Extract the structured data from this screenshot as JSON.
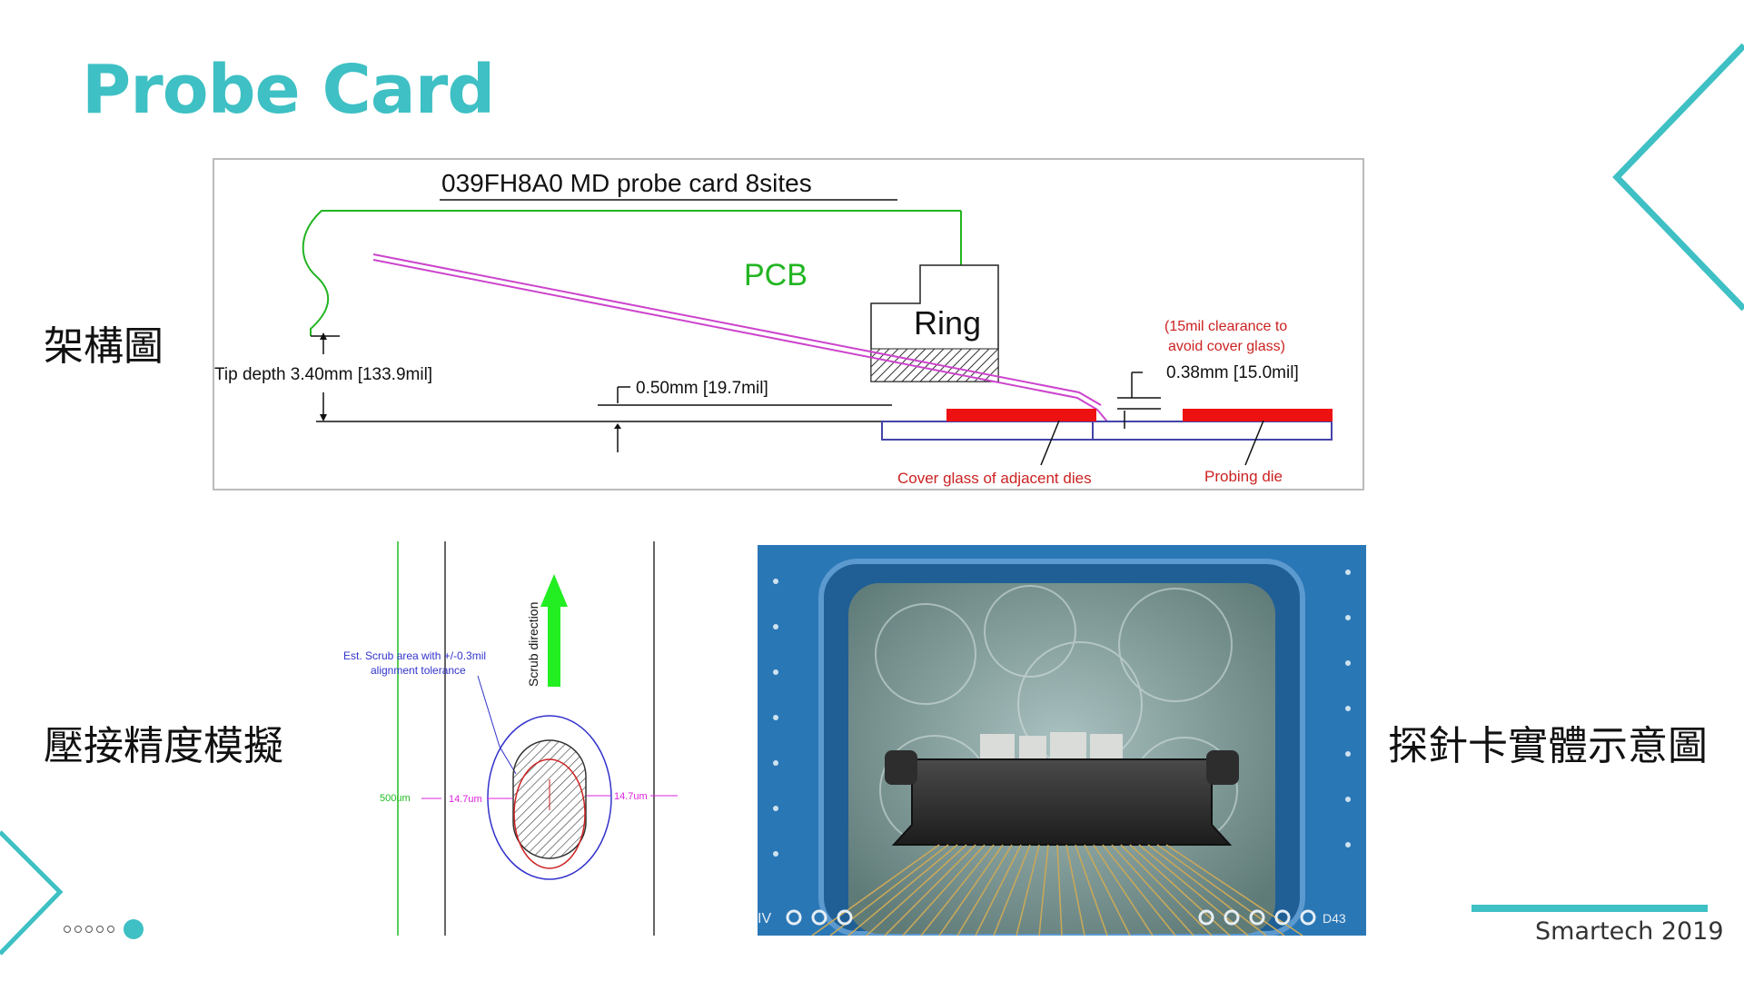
{
  "slide": {
    "title": "Probe Card",
    "labels": {
      "architecture": "架構圖",
      "precision": "壓接精度模擬",
      "physical": "探針卡實體示意圖"
    },
    "footer": "Smartech 2019",
    "accent_color": "#3ec0c4"
  },
  "diagram": {
    "heading": "039FH8A0 MD probe card 8sites",
    "pcb": "PCB",
    "ring": "Ring",
    "tip_depth": "Tip depth 3.40mm [133.9mil]",
    "gap1": "0.50mm [19.7mil]",
    "clearance_note_1": "(15mil clearance to",
    "clearance_note_2": "avoid cover glass)",
    "gap2": "0.38mm [15.0mil]",
    "cover_glass": "Cover glass of adjacent dies",
    "probing_die": "Probing die",
    "colors": {
      "pcb": "#22b522",
      "probe": "#cc44cc",
      "die": "#ee1111",
      "substrate": "#4444aa",
      "note": "#cc2222"
    }
  },
  "scrub": {
    "direction": "Scrub direction",
    "est_line1": "Est. Scrub area with +/-0.3mil",
    "est_line2": "alignment tolerance",
    "pitch": "500um",
    "offset_left": "14.7um",
    "offset_right": "14.7um",
    "colors": {
      "arrow": "#22ee22",
      "outer": "#3333cc",
      "inner": "#cc2222",
      "dim": "#dd22dd"
    }
  },
  "photo": {
    "marking_left": "IV",
    "marking_right": "D43"
  }
}
